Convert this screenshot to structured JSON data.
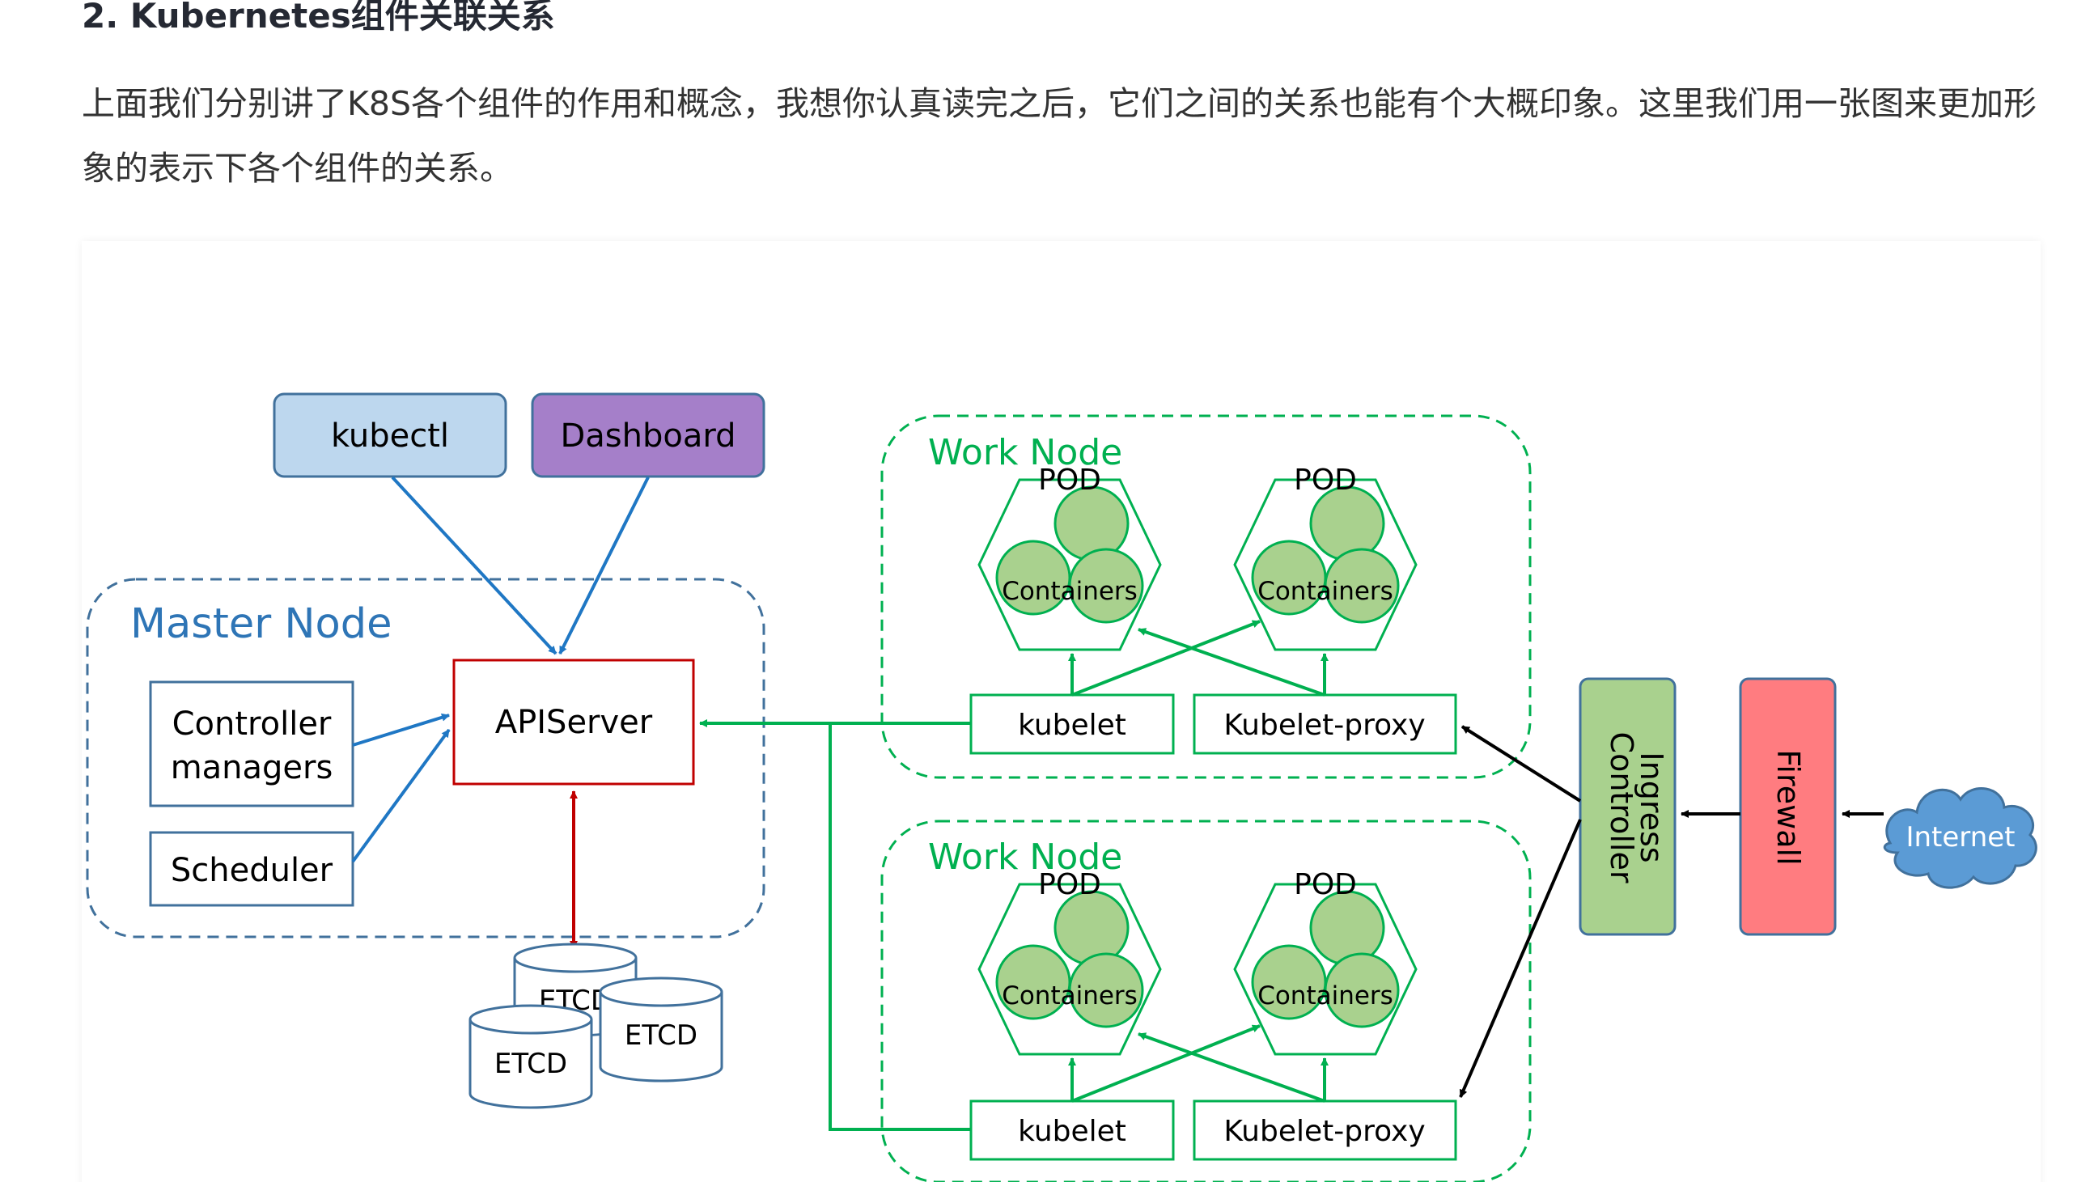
{
  "article": {
    "heading": "2. Kubernetes组件关联关系",
    "paragraph": "上面我们分别讲了K8S各个组件的作用和概念，我想你认真读完之后，它们之间的关系也能有个大概印象。这里我们用一张图来更加形象的表示下各个组件的关系。"
  },
  "diagram": {
    "clients": {
      "kubectl": "kubectl",
      "dashboard": "Dashboard"
    },
    "master": {
      "title": "Master Node",
      "controller_line1": "Controller",
      "controller_line2": "managers",
      "scheduler": "Scheduler",
      "apiserver": "APIServer",
      "etcd": [
        "ETCD",
        "ETCD",
        "ETCD"
      ]
    },
    "work_nodes": [
      {
        "title": "Work Node",
        "pods": [
          {
            "label": "POD",
            "containers": "Containers"
          },
          {
            "label": "POD",
            "containers": "Containers"
          }
        ],
        "kubelet": "kubelet",
        "proxy": "Kubelet-proxy"
      },
      {
        "title": "Work Node",
        "pods": [
          {
            "label": "POD",
            "containers": "Containers"
          },
          {
            "label": "POD",
            "containers": "Containers"
          }
        ],
        "kubelet": "kubelet",
        "proxy": "Kubelet-proxy"
      }
    ],
    "ingress_line1": "Ingress",
    "ingress_line2": "Controller",
    "firewall": "Firewall",
    "internet": "Internet",
    "colors": {
      "kubectl_fill": "#bdd7ee",
      "dashboard_fill": "#a57fc9",
      "master_border": "#41719c",
      "master_title": "#2e75b6",
      "apiserver_border": "#c00000",
      "blue_arrow": "#1f77c4",
      "red_arrow": "#c00000",
      "green": "#00b050",
      "work_title": "#00b050",
      "container_fill": "#a9d18e",
      "ingress_fill": "#a9d18e",
      "ingress_border": "#41719c",
      "firewall_fill": "#ff7c80",
      "internet_fill": "#5b9bd5"
    }
  }
}
